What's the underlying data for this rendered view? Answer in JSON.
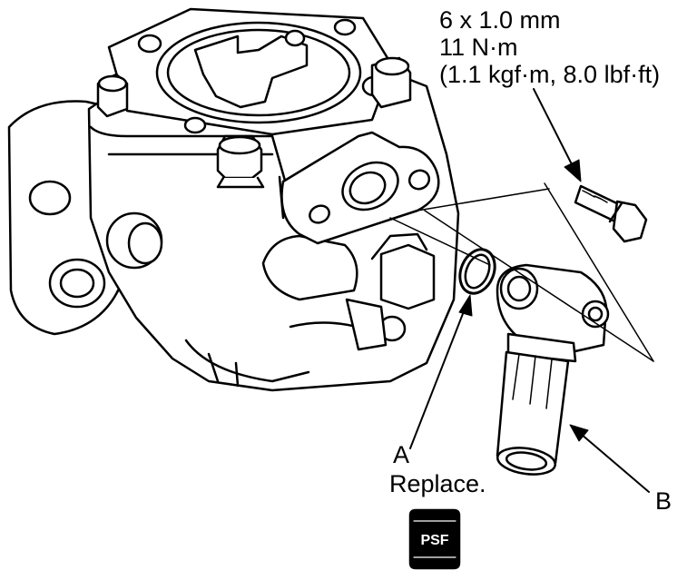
{
  "spec": {
    "line1": "6 x 1.0 mm",
    "line2": "11 N·m",
    "line3": "(1.1 kgf·m, 8.0 lbf·ft)"
  },
  "callouts": {
    "a_letter": "A",
    "a_note": "Replace.",
    "b_letter": "B"
  },
  "badge": {
    "text": "PSF"
  },
  "icons": {
    "badge": "fluid-container-icon"
  }
}
